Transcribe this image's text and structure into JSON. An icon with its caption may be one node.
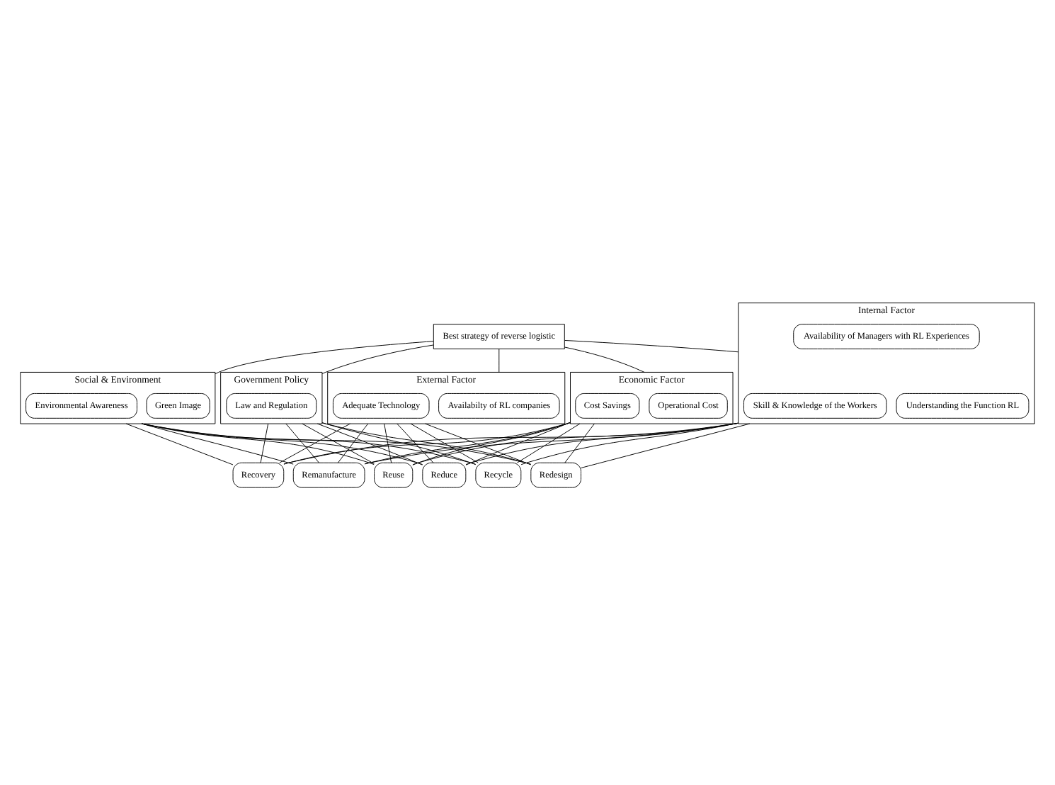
{
  "diagram": {
    "nodes": [
      {
        "text": [
          "Best strategy of reverse logistic"
        ]
      },
      {
        "text": [
          "Economic Factor"
        ]
      },
      {
        "text": [
          "Operational Cost"
        ],
        "in": 1
      },
      {
        "text": [
          "Cost Savings"
        ],
        "in": 1
      },
      {
        "text": [
          "Social & Environment"
        ]
      },
      {
        "text": [
          "Green Image"
        ],
        "in": 4
      },
      {
        "text": [
          "Environmental Awareness"
        ],
        "in": 4
      },
      {
        "text": [
          "Government Policy"
        ]
      },
      {
        "text": [
          "Law and Regulation"
        ],
        "in": 7
      },
      {
        "text": [
          "External Factor"
        ]
      },
      {
        "text": [
          "Availabilty of RL companies"
        ],
        "in": 9
      },
      {
        "text": [
          "Adequate Technology"
        ],
        "in": 9
      },
      {
        "text": [
          "Internal Factor"
        ]
      },
      {
        "text": [
          "Understanding the Function RL"
        ],
        "in": 12
      },
      {
        "text": [
          "Availability of Managers with RL Experiences"
        ],
        "in": 12
      },
      {
        "text": [
          "Skill & Knowledge of the Workers"
        ],
        "in": 12
      },
      {
        "text": [
          "Reuse"
        ]
      },
      {
        "text": [
          "Reduce"
        ]
      },
      {
        "text": [
          "Recycle"
        ]
      },
      {
        "text": [
          "Redesign"
        ]
      },
      {
        "text": [
          "Recovery"
        ]
      },
      {
        "text": [
          "Remanufacture"
        ]
      }
    ],
    "edges": [
      {
        "from": 0,
        "to": 1,
        "arrow": "none"
      },
      {
        "from": 0,
        "to": 4,
        "arrow": "none"
      },
      {
        "from": 0,
        "to": 7,
        "arrow": "none"
      },
      {
        "from": 0,
        "to": 9,
        "arrow": "none"
      },
      {
        "from": 0,
        "to": 12,
        "arrow": "none"
      },
      {
        "from": 1,
        "to": 16,
        "arrow": "none"
      },
      {
        "from": 1,
        "to": 17,
        "arrow": "none"
      },
      {
        "from": 1,
        "to": 18,
        "arrow": "none"
      },
      {
        "from": 1,
        "to": 19,
        "arrow": "none"
      },
      {
        "from": 1,
        "to": 20,
        "arrow": "none"
      },
      {
        "from": 1,
        "to": 21,
        "arrow": "none"
      },
      {
        "from": 4,
        "to": 16,
        "arrow": "none"
      },
      {
        "from": 4,
        "to": 17,
        "arrow": "none"
      },
      {
        "from": 4,
        "to": 18,
        "arrow": "none"
      },
      {
        "from": 4,
        "to": 19,
        "arrow": "none"
      },
      {
        "from": 4,
        "to": 20,
        "arrow": "none"
      },
      {
        "from": 4,
        "to": 21,
        "arrow": "none"
      },
      {
        "from": 7,
        "to": 16,
        "arrow": "none"
      },
      {
        "from": 7,
        "to": 17,
        "arrow": "none"
      },
      {
        "from": 7,
        "to": 18,
        "arrow": "none"
      },
      {
        "from": 7,
        "to": 19,
        "arrow": "none"
      },
      {
        "from": 7,
        "to": 20,
        "arrow": "none"
      },
      {
        "from": 7,
        "to": 21,
        "arrow": "none"
      },
      {
        "from": 9,
        "to": 16,
        "arrow": "none"
      },
      {
        "from": 9,
        "to": 17,
        "arrow": "none"
      },
      {
        "from": 9,
        "to": 18,
        "arrow": "none"
      },
      {
        "from": 9,
        "to": 19,
        "arrow": "none"
      },
      {
        "from": 9,
        "to": 20,
        "arrow": "none"
      },
      {
        "from": 9,
        "to": 21,
        "arrow": "none"
      },
      {
        "from": 12,
        "to": 16,
        "arrow": "none"
      },
      {
        "from": 12,
        "to": 17,
        "arrow": "none"
      },
      {
        "from": 12,
        "to": 18,
        "arrow": "none"
      },
      {
        "from": 12,
        "to": 19,
        "arrow": "none"
      },
      {
        "from": 12,
        "to": 20,
        "arrow": "none"
      },
      {
        "from": 12,
        "to": 21,
        "arrow": "none"
      }
    ]
  }
}
